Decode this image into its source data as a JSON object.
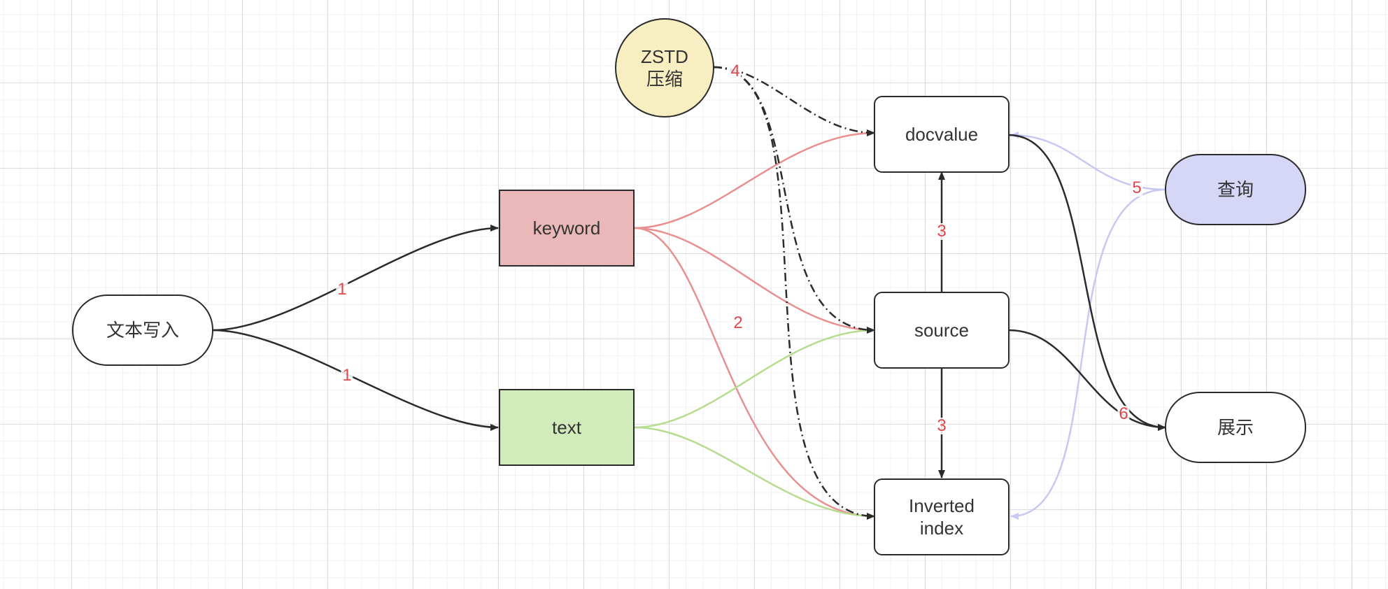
{
  "nodes": {
    "text_input": "文本写入",
    "keyword": "keyword",
    "text": "text",
    "zstd_line1": "ZSTD",
    "zstd_line2": "压缩",
    "docvalue": "docvalue",
    "source": "source",
    "inverted_line1": "Inverted",
    "inverted_line2": "index",
    "query": "查询",
    "display": "展示"
  },
  "edge_labels": {
    "write_to_keyword": "1",
    "write_to_text": "1",
    "keyword_to_inverted": "2",
    "source_to_docvalue": "3",
    "source_to_inverted": "3",
    "zstd": "4",
    "query": "5",
    "display": "6"
  },
  "colors": {
    "keyword_fill": "#eab8b8",
    "text_fill": "#d1ebba",
    "zstd_fill": "#f7eec2",
    "query_fill": "#d6d7f7",
    "keyword_edges": "#e8908f",
    "text_edges": "#b4dd8e",
    "query_edges": "#c7c9f2",
    "dark_edges": "#2b2b2b",
    "label_color": "#e0474c"
  }
}
